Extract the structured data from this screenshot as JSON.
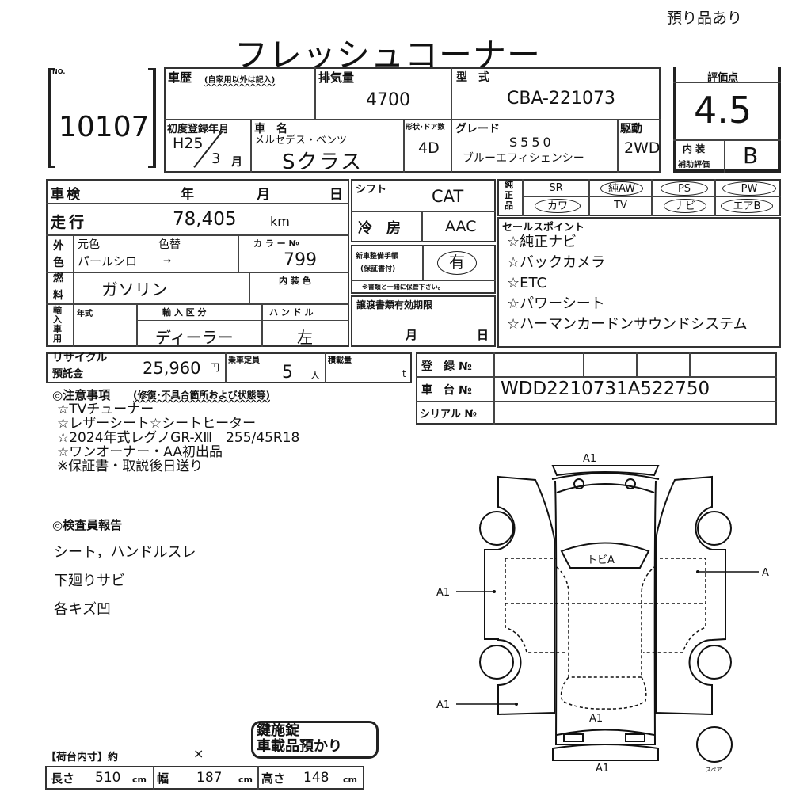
{
  "header": {
    "title": "フレッシュコーナー",
    "note": "預り品あり"
  },
  "lot": {
    "label": "NO.",
    "number": "10107"
  },
  "history": {
    "label": "車歴",
    "sublabel": "(自家用以外は記入)",
    "value": ""
  },
  "displacement": {
    "label": "排気量",
    "value": "4700"
  },
  "model_code": {
    "label": "型　式",
    "value": "CBA-221073"
  },
  "first_reg": {
    "label": "初度登録年月",
    "year": "H25",
    "month": "3",
    "month_unit": "月"
  },
  "car_name": {
    "label": "車　名",
    "maker": "メルセデス・ベンツ",
    "value": "Sクラス"
  },
  "doors": {
    "label": "形状･ドア数",
    "value": "4D"
  },
  "grade": {
    "label": "グレード",
    "value": "S550",
    "sub": "ブルーエフィシェンシー"
  },
  "drive": {
    "label": "駆動",
    "value": "2WD"
  },
  "score": {
    "label": "評価点",
    "value": "4.5",
    "interior_label_1": "内 装",
    "interior_label_2": "補助評価",
    "interior": "B"
  },
  "inspection": {
    "label": "車検",
    "year": "年",
    "month": "月",
    "day": "日"
  },
  "mileage": {
    "label": "走行",
    "value": "78,405",
    "unit": "km"
  },
  "color": {
    "label_1": "外",
    "label_2": "色",
    "orig_label": "元色",
    "change_label": "色替",
    "value": "パールシロ",
    "arrow": "→",
    "color_no_label": "カ ラ ー №",
    "color_no": "799"
  },
  "fuel": {
    "label_1": "燃",
    "label_2": "料",
    "value": "ガソリン",
    "interior_color_label": "内 装 色"
  },
  "import": {
    "label": "輸入車用",
    "year_label": "年式",
    "class_label": "輸 入 区 分",
    "class_value": "ディーラー",
    "handle_label": "ハ ン ド ル",
    "handle_value": "左"
  },
  "shift": {
    "label": "シフト",
    "value": "CAT"
  },
  "ac": {
    "label": "冷　房",
    "value": "AAC"
  },
  "service_book": {
    "label_1": "新車整備手帳",
    "label_2": "(保証書付)",
    "value": "有",
    "note": "※書類と一緒に保管下さい。"
  },
  "transfer_docs": {
    "label": "譲渡書類有効期限",
    "month": "月",
    "day": "日"
  },
  "options": {
    "label": "純正品",
    "row1": [
      "SR",
      "純AW",
      "PS",
      "PW"
    ],
    "row2": [
      "カワ",
      "TV",
      "ナビ",
      "エアB"
    ],
    "circled": [
      "純AW",
      "PS",
      "PW",
      "カワ",
      "ナビ",
      "エアB"
    ]
  },
  "sales_points": {
    "label": "セールスポイント",
    "items": [
      "☆純正ナビ",
      "☆バックカメラ",
      "☆ETC",
      "☆パワーシート",
      "☆ハーマンカードンサウンドシステム"
    ]
  },
  "recycle": {
    "label_1": "リサイクル",
    "label_2": "預託金",
    "value": "25,960",
    "unit": "円"
  },
  "capacity": {
    "label": "乗車定員",
    "value": "5",
    "unit": "人"
  },
  "load": {
    "label": "積載量",
    "unit": "t"
  },
  "registration": {
    "reg_label": "登　録 №",
    "chassis_label": "車　台 №",
    "chassis_value": "WDD2210731A522750",
    "serial_label": "シリアル №"
  },
  "notes": {
    "title": "◎注意事項",
    "subtitle": "(修復･不具合箇所および状態等)",
    "items": [
      "☆TVチューナー",
      "☆レザーシート☆シートヒーター",
      "☆2024年式レグノGR-XⅢ　255/45R18",
      "☆ワンオーナー・AA初出品",
      "※保証書・取説後日送り"
    ]
  },
  "inspector": {
    "title": "◎検査員報告",
    "items": [
      "シート，ハンドルスレ",
      "下廻りサビ",
      "各キズ凹"
    ]
  },
  "stamp": {
    "line1": "鍵施錠",
    "line2": "車載品預かり"
  },
  "cargo": {
    "label": "【荷台内寸】約",
    "times": "×"
  },
  "dimensions": {
    "length_label": "長さ",
    "length": "510",
    "width_label": "幅",
    "width": "187",
    "height_label": "高さ",
    "height": "148",
    "unit": "cm"
  },
  "diagram": {
    "front_bumper": "A1",
    "left_front_door": "A1",
    "left_rear": "A1",
    "right_door": "A",
    "roof": "トビA",
    "trunk": "A1",
    "rear_bumper": "A1",
    "spare": "スペア"
  }
}
